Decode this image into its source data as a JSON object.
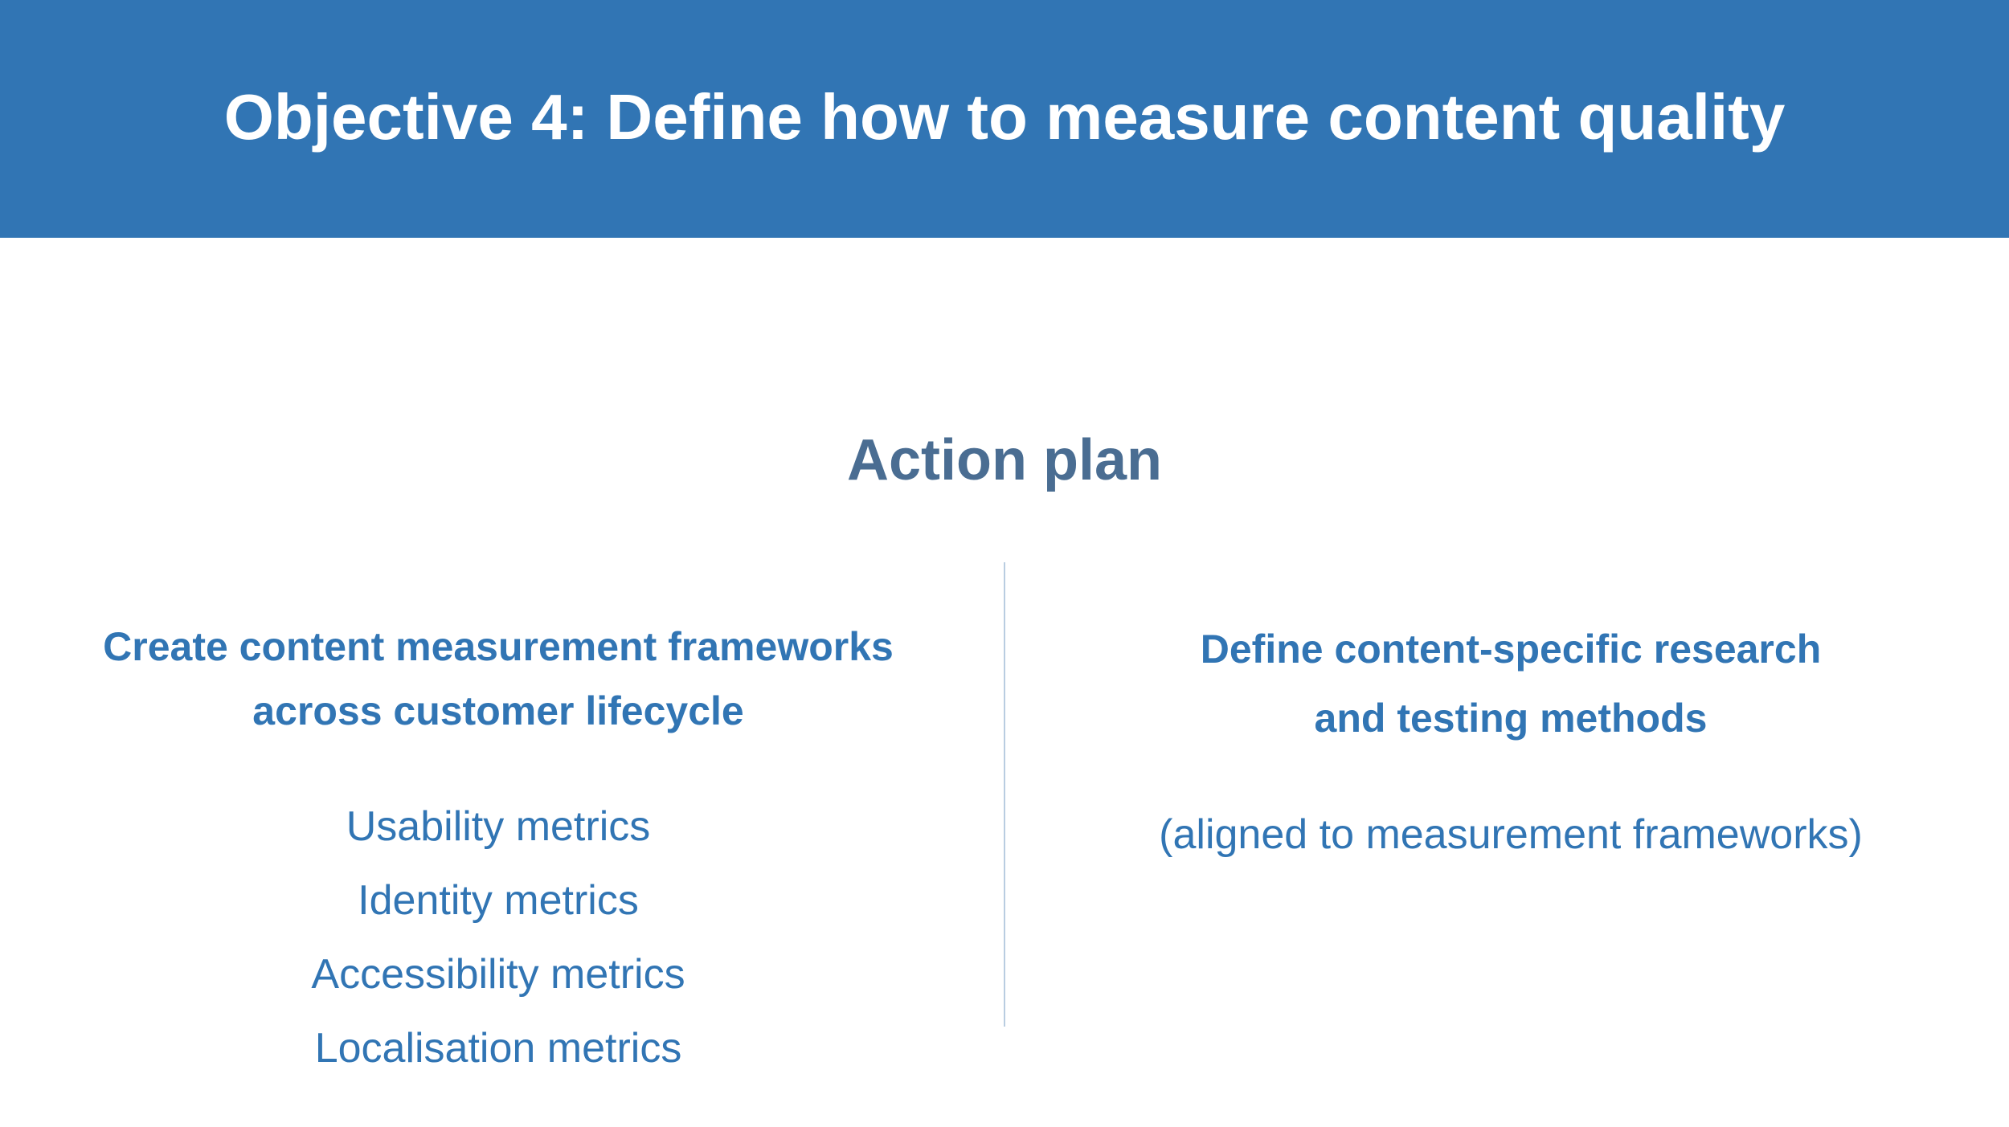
{
  "header": {
    "title": "Objective 4: Define how to measure content quality"
  },
  "section": {
    "heading": "Action plan"
  },
  "left_column": {
    "heading_line1": "Create content measurement frameworks",
    "heading_line2": "across customer lifecycle",
    "metrics": [
      "Usability metrics",
      "Identity metrics",
      "Accessibility metrics",
      "Localisation metrics"
    ]
  },
  "right_column": {
    "heading_line1": "Define content-specific research",
    "heading_line2": "and testing methods",
    "note": "(aligned to measurement frameworks)"
  },
  "colors": {
    "header_background": "#3175b4",
    "accent_text": "#3175b4",
    "section_heading": "#4a6d92",
    "divider": "#b9cde1"
  }
}
